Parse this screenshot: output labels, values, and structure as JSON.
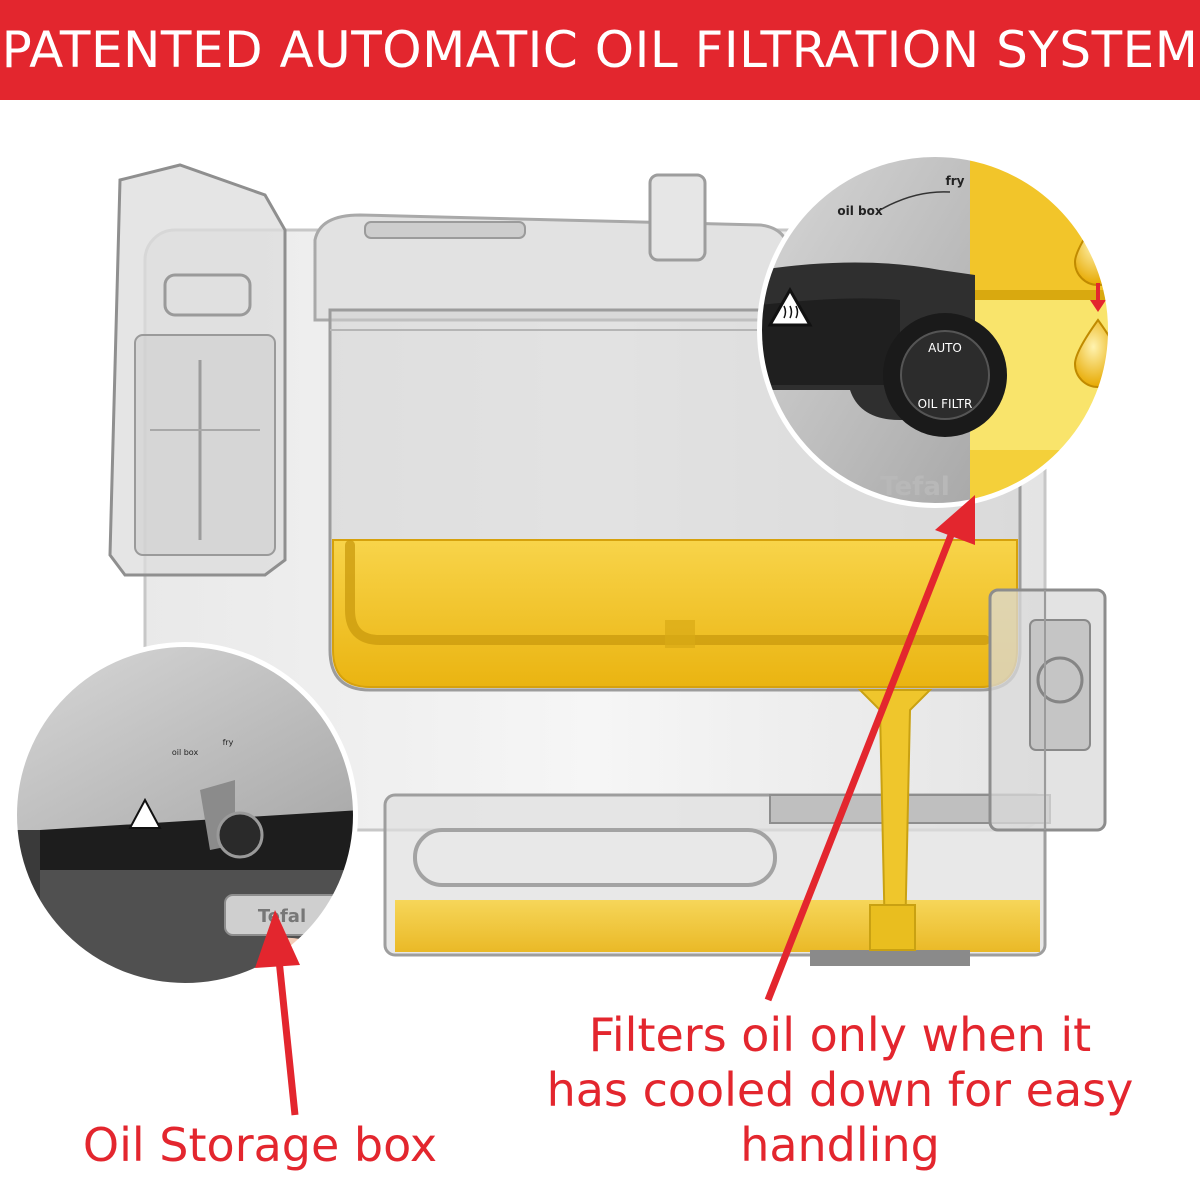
{
  "banner": {
    "title": "PATENTED AUTOMATIC OIL FILTRATION SYSTEM",
    "background_color": "#e3262e",
    "text_color": "#ffffff"
  },
  "callouts": {
    "filter_caption_lines": [
      "Filters oil only when it",
      "has cooled down for easy",
      "handling"
    ],
    "storage_caption": "Oil Storage box"
  },
  "dial_labels": {
    "oil_box": "oil box",
    "fry": "fry",
    "knob_top": "AUTO",
    "knob_bottom": "OIL FILTR",
    "brand": "Tefal"
  },
  "inset_labels": {
    "oil_box": "oil box",
    "fry": "fry",
    "brand": "Tefal"
  },
  "colors": {
    "accent_red": "#e3262e",
    "oil_yellow": "#f2c418",
    "housing_grey": "#d7d7d7"
  },
  "icons": [
    "hot-surface-warning-icon",
    "oil-drop-icon",
    "down-arrow-icon"
  ]
}
